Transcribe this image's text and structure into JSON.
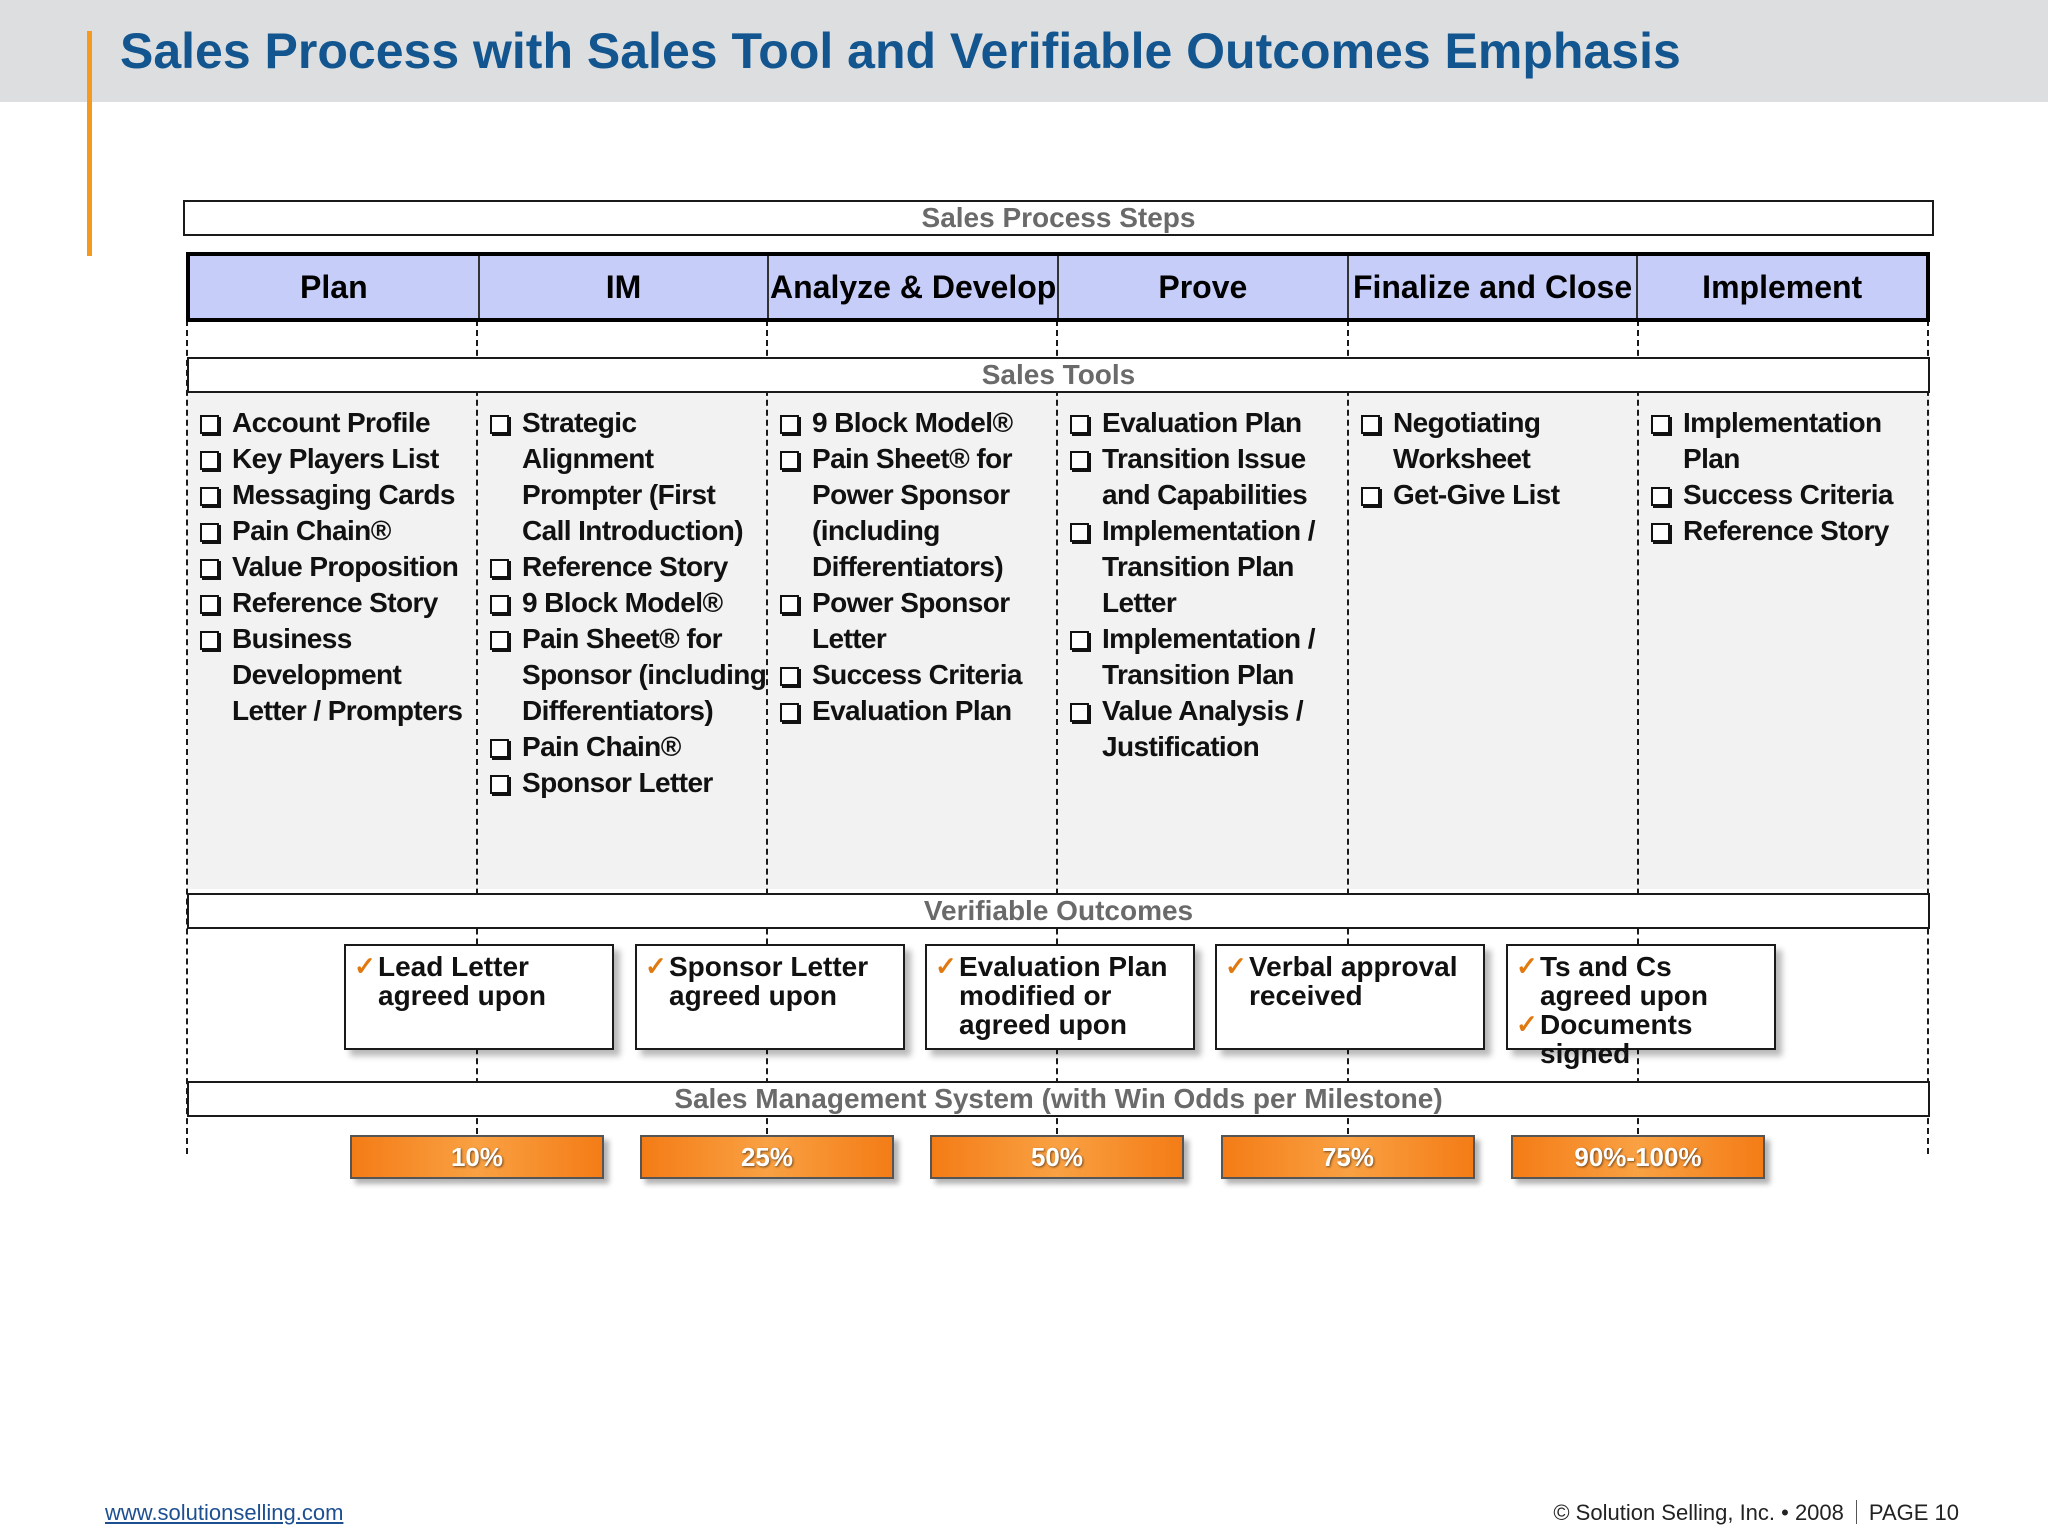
{
  "title": "Sales Process with Sales Tool and Verifiable Outcomes Emphasis",
  "sections": {
    "steps": "Sales Process Steps",
    "tools": "Sales Tools",
    "outcomes": "Verifiable Outcomes",
    "sms": "Sales Management System (with Win Odds per Milestone)"
  },
  "steps": [
    "Plan",
    "IM",
    "Analyze & Develop",
    "Prove",
    "Finalize and Close",
    "Implement"
  ],
  "tools": [
    [
      "Account Profile",
      "Key Players List",
      "Messaging Cards",
      "Pain Chain®",
      "Value Proposition",
      "Reference Story",
      "Business Development Letter / Prompters"
    ],
    [
      "Strategic Alignment Prompter (First Call Introduction)",
      "Reference Story",
      "9 Block Model®",
      "Pain Sheet®  for Sponsor (including Differentiators)",
      "Pain Chain®",
      "Sponsor Letter"
    ],
    [
      "9 Block Model®",
      "Pain Sheet®  for Power Sponsor (including Differentiators)",
      "Power Sponsor Letter",
      "Success Criteria",
      "Evaluation Plan"
    ],
    [
      "Evaluation Plan",
      "Transition Issue and Capabilities",
      "Implementation / Transition Plan Letter",
      "Implementation / Transition Plan",
      "Value Analysis / Justification"
    ],
    [
      "Negotiating Worksheet",
      "Get-Give List"
    ],
    [
      "Implementation Plan",
      "Success Criteria",
      "Reference Story"
    ]
  ],
  "outcomes": [
    [
      "Lead Letter agreed upon"
    ],
    [
      "Sponsor Letter agreed upon"
    ],
    [
      "Evaluation Plan modified or agreed upon"
    ],
    [
      "Verbal approval received"
    ],
    [
      "Ts and Cs agreed upon",
      "Documents signed"
    ]
  ],
  "win_odds": [
    "10%",
    "25%",
    "50%",
    "75%",
    "90%-100%"
  ],
  "footer": {
    "link": "www.solutionselling.com",
    "copyright": "© Solution Selling, Inc. • 2008",
    "page": "PAGE 10"
  },
  "colors": {
    "title": "#12558f",
    "accent": "#f39a1f",
    "step_header": "#c7cdf9",
    "odds_box": "#f47c16",
    "checkmark": "#e07a10"
  }
}
